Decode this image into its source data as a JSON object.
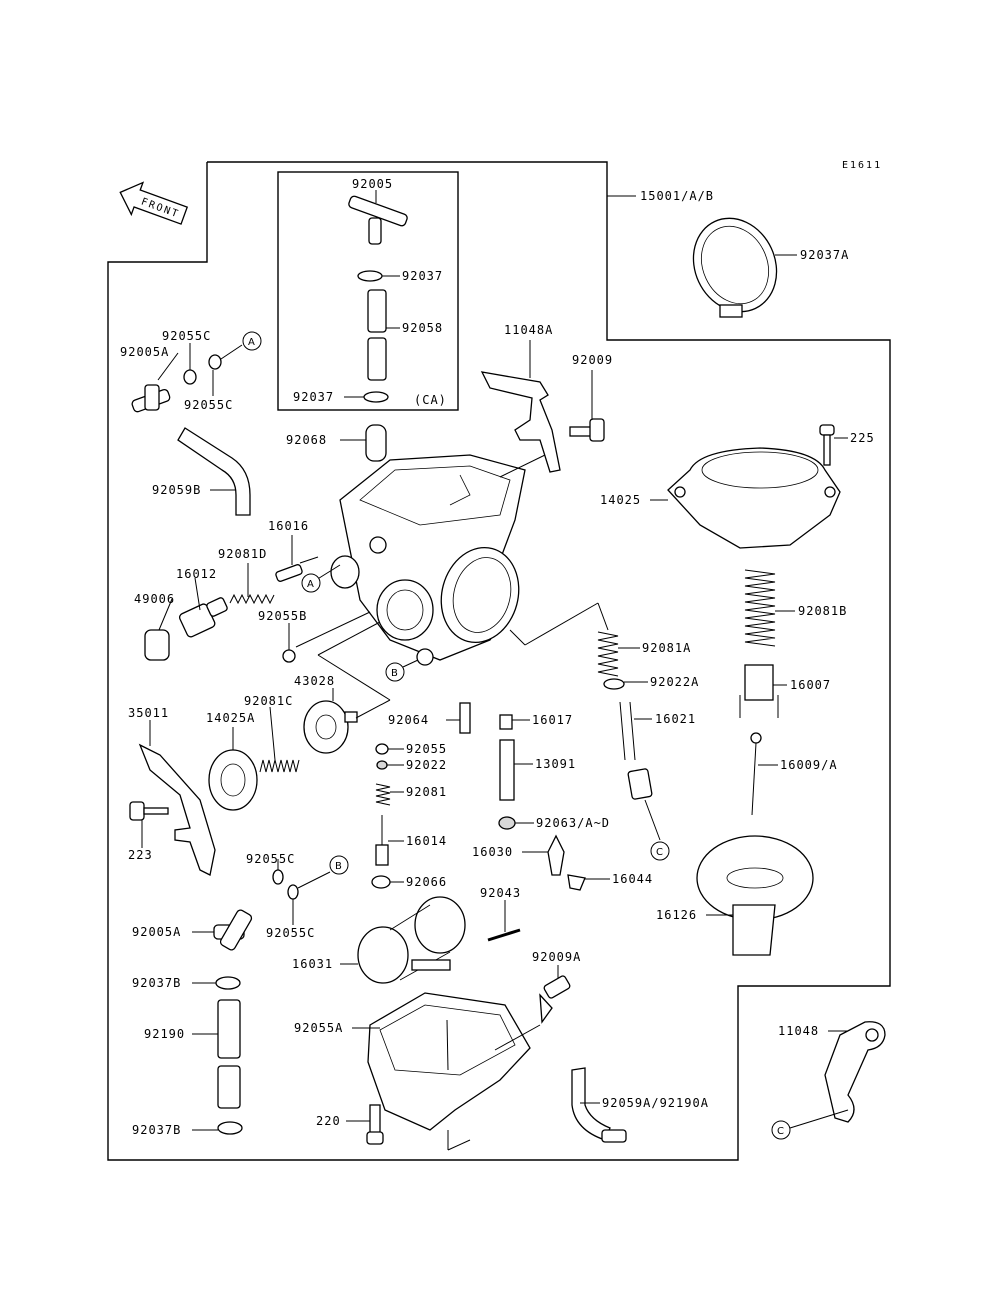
{
  "diagram_code": "E1611",
  "front_label": "FRONT",
  "inset_note": "(CA)",
  "ref_letters": {
    "a": "A",
    "b": "B",
    "c": "C"
  },
  "labels": {
    "p15001": "15001/A/B",
    "p92037A": "92037A",
    "p92005_inset": "92005",
    "p92037_inset_top": "92037",
    "p92058": "92058",
    "p92037_inset_bot": "92037",
    "p92055C_a": "92055C",
    "p92005A_top": "92005A",
    "p92055C_b": "92055C",
    "p11048A": "11048A",
    "p92009": "92009",
    "p92068": "92068",
    "p225": "225",
    "p92059B": "92059B",
    "p14025": "14025",
    "p16016": "16016",
    "p92081D": "92081D",
    "p16012": "16012",
    "p49006": "49006",
    "p92055B": "92055B",
    "p92081B": "92081B",
    "p92081A": "92081A",
    "p92022A": "92022A",
    "p16007": "16007",
    "p43028": "43028",
    "p35011": "35011",
    "p14025A": "14025A",
    "p92081C": "92081C",
    "p92064": "92064",
    "p16017": "16017",
    "p16021": "16021",
    "p92055": "92055",
    "p92022": "92022",
    "p13091": "13091",
    "p16009": "16009/A",
    "p92081": "92081",
    "p223": "223",
    "p92063": "92063/A~D",
    "p16014": "16014",
    "p16030": "16030",
    "p16044": "16044",
    "p92055C_c": "92055C",
    "p92066": "92066",
    "p92043": "92043",
    "p16126": "16126",
    "p92055C_d": "92055C",
    "p92005A_bot": "92005A",
    "p16031": "16031",
    "p92037B_top": "92037B",
    "p92009A": "92009A",
    "p92190": "92190",
    "p11048": "11048",
    "p92055A": "92055A",
    "p220": "220",
    "p92059A": "92059A/92190A",
    "p92037B_bot": "92037B"
  }
}
